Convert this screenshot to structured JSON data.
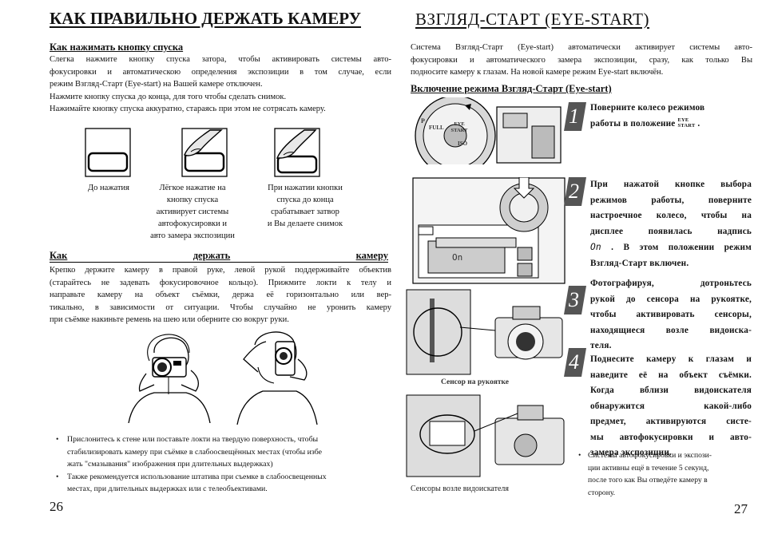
{
  "left": {
    "title": "КАК ПРАВИЛЬНО ДЕРЖАТЬ КАМЕРУ",
    "press": {
      "heading": "Как нажимать кнопку спуска",
      "lines": [
        "Слегка нажмите кнопку спуска затора, чтобы активировать системы авто-",
        "фокусировки и автоматическою определения экспозиции в том случае, если",
        "режим Взгляд-Старт (Eye-start) на Вашей камере отключен.",
        "Нажмите кнопку спуска до конца, для того чтобы сделать снимок.",
        "Нажимайте кнопку спуска аккуратно, стараясь при этом не сотрясать камеру."
      ]
    },
    "captions": [
      [
        "До нажатия"
      ],
      [
        "Лёгкое нажатие на",
        "кнопку спуска",
        "активирует системы",
        "автофокусировки и",
        "авто замера экспозиции"
      ],
      [
        "При нажатии кнопки",
        "спуска до конца",
        "срабатывает затвор",
        "и Вы делаете снимок"
      ]
    ],
    "hold": {
      "heading_words": [
        "Как",
        "держать",
        "камеру"
      ],
      "lines": [
        "Крепко держите камеру в правой руке, левой рукой поддерживайте объектив",
        "(старайтесь не задевать фокусировочное кольцо). Прижмите локти к телу и",
        "направьте камеру на объект съёмки, держа её горизонтально или вер-",
        "тикально, в зависимости от ситуации. Чтобы случайно не уронить камеру",
        "при съёмке накиньте ремень на шею или оберните сю вокруг руки."
      ]
    },
    "bullets": [
      [
        "Прислонитесь к стене или поставьте локти на твердую поверхность, чтобы",
        "стабилизировать камеру при съёмке в слабоосвещённых местах (чтобы избе",
        "жать \"смазывания\" изображения при длительных выдержках)"
      ],
      [
        "Также рекомендуется использование штатива при съемке в слабоосвещенных",
        "местах, при длительных выдержках или с телеобъективами."
      ]
    ],
    "page_number": "26"
  },
  "right": {
    "title": "ВЗГЛЯД-СТАРТ (EYE-START)",
    "intro": [
      "Система Взгляд-Старт (Eye-start) автоматически активирует системы авто-",
      "фокусировки и автоматического замера экспозиции, сразу, как только Вы",
      "подносите камеру к глазам. На новой камере режим Eye-start включён."
    ],
    "enable_heading": "Включение режима Взгляд-Старт (Eye-start)",
    "dial_labels": [
      "FULL",
      "P",
      "EYE START",
      "ISO"
    ],
    "lcd_text": "On",
    "eye_start_mark": [
      "EYE",
      "START"
    ],
    "steps": [
      {
        "num": "1",
        "lines": [
          "Поверните колесо режимов",
          "работы в положение"
        ]
      },
      {
        "num": "2",
        "lines": [
          "При нажатой кнопке выбора",
          "режимов работы, поверните",
          "настроечное колесо, чтобы на",
          "дисплее появилась надпись",
          "  . В этом положении режим",
          "Взгляд-Старт включен."
        ]
      },
      {
        "num": "3",
        "lines": [
          "Фотографируя, дотроньтесь",
          "рукой до сенсора на рукоятке,",
          "чтобы активировать сенсоры,",
          "находящиеся возле видоиска-",
          "теля."
        ]
      },
      {
        "num": "4",
        "lines": [
          "Поднесите камеру к глазам и",
          "наведите её на объект съёмки.",
          "Когда вблизи видоискателя",
          "обнаружится какой-либо",
          "предмет, активируются систе-",
          "мы автофокусировки и авто-",
          "замера экспозиции."
        ]
      }
    ],
    "note": [
      "Системы автофокусировки и экспози-",
      "ции активны ещё в течение 5 секунд,",
      "после того как Вы отведёте камеру в",
      "сторону."
    ],
    "figure_labels": [
      "Сенсор на рукоятке",
      "Сенсоры возле видоискателя"
    ],
    "page_number": "27"
  }
}
